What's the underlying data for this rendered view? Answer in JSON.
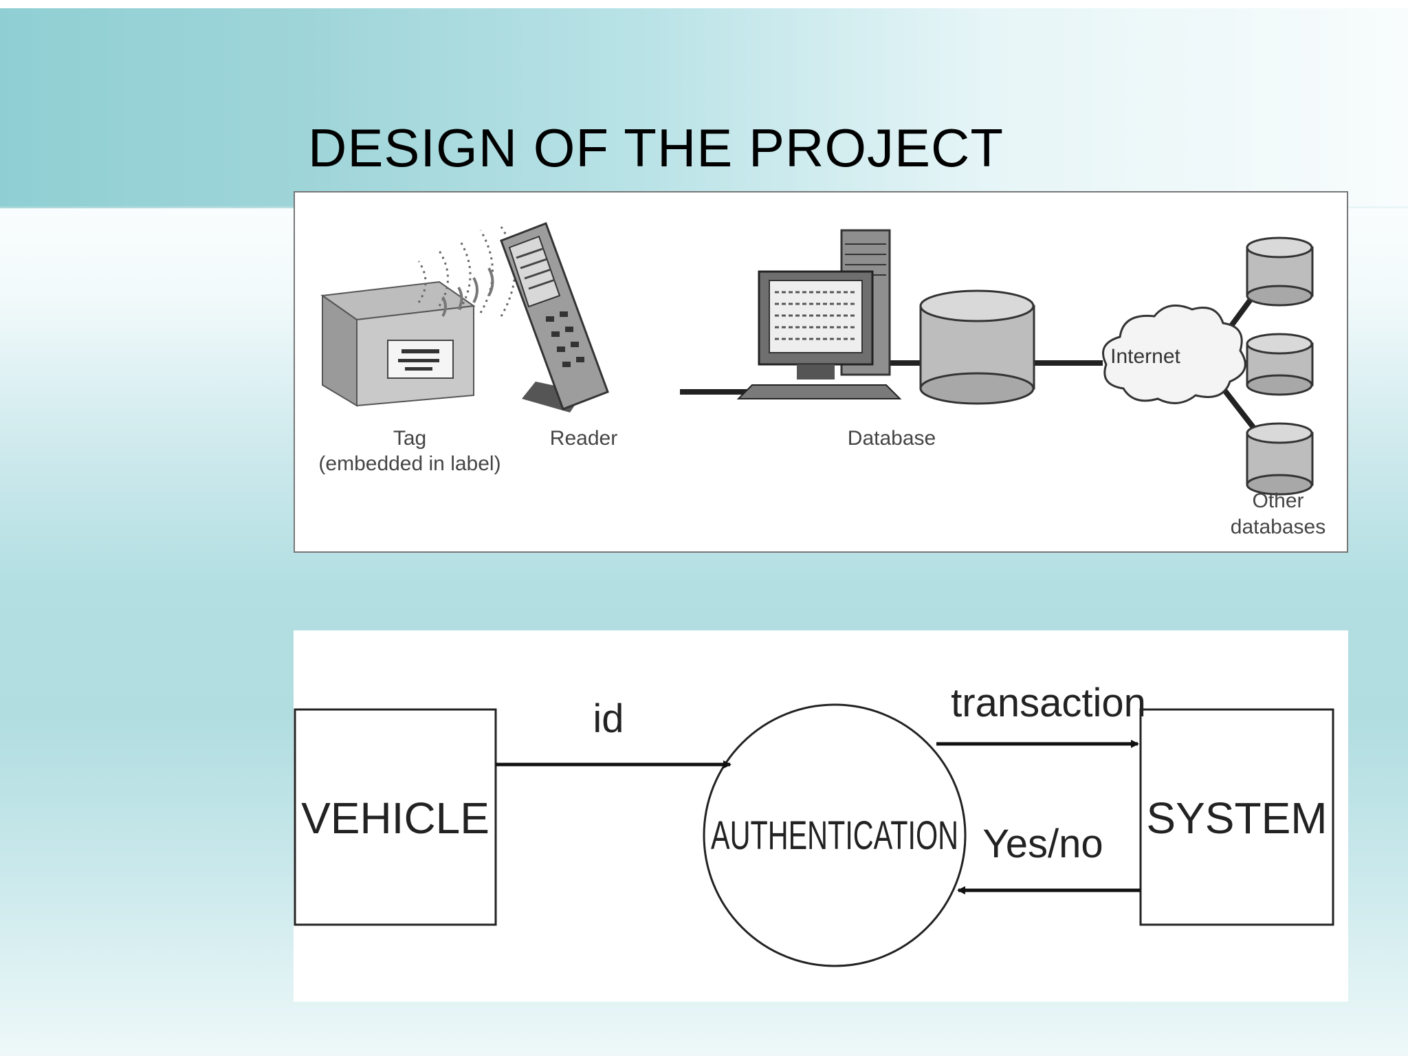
{
  "slide": {
    "title": "DESIGN OF THE PROJECT"
  },
  "rfid_diagram": {
    "tag_label_line1": "Tag",
    "tag_label_line2": "(embedded in label)",
    "reader_label": "Reader",
    "database_label": "Database",
    "internet_label": "Internet",
    "other_db_label_line1": "Other",
    "other_db_label_line2": "databases"
  },
  "flow_diagram": {
    "vehicle_label": "VEHICLE",
    "authentication_label": "AUTHENTICATION",
    "system_label": "SYSTEM",
    "id_label": "id",
    "transaction_label": "transaction",
    "yesno_label": "Yes/no"
  }
}
